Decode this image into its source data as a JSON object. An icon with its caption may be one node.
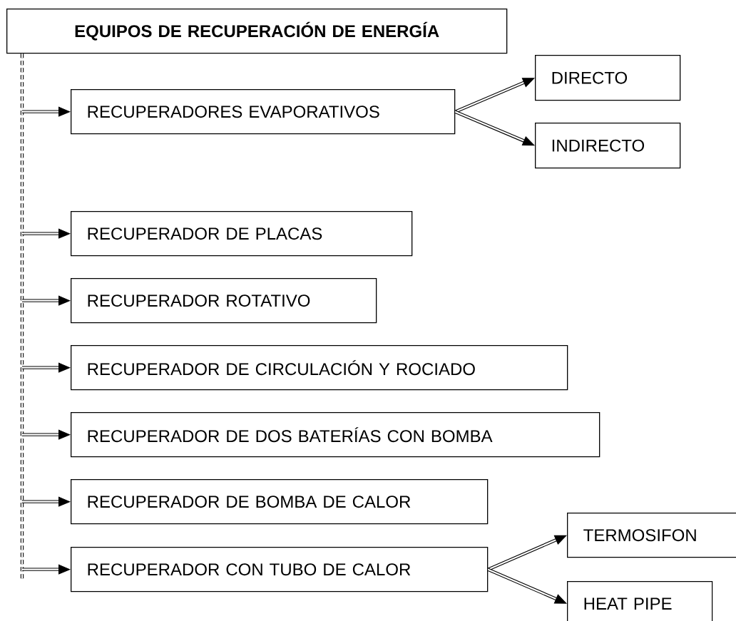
{
  "diagram": {
    "nodes": [
      {
        "text": [
          "EQUIPOS DE RECUPERACIÓN DE ENERGÍA"
        ]
      },
      {
        "text": [
          "RECUPERADORES EVAPORATIVOS"
        ]
      },
      {
        "text": [
          "DIRECTO"
        ]
      },
      {
        "text": [
          "INDIRECTO"
        ]
      },
      {
        "text": [
          "RECUPERADOR DE PLACAS"
        ]
      },
      {
        "text": [
          "RECUPERADOR ROTATIVO"
        ]
      },
      {
        "text": [
          "RECUPERADOR DE CIRCULACIÓN Y ROCIADO"
        ]
      },
      {
        "text": [
          "RECUPERADOR DE DOS BATERÍAS CON BOMBA"
        ]
      },
      {
        "text": [
          "RECUPERADOR DE BOMBA DE CALOR"
        ]
      },
      {
        "text": [
          "RECUPERADOR CON TUBO DE CALOR"
        ]
      },
      {
        "text": [
          "TERMOSIFON"
        ]
      },
      {
        "text": [
          "HEAT PIPE"
        ]
      }
    ],
    "edges": [
      {
        "from": 0,
        "to": 1,
        "arrow": "to",
        "style": "dashed"
      },
      {
        "from": 0,
        "to": 4,
        "arrow": "to",
        "style": "dashed"
      },
      {
        "from": 0,
        "to": 5,
        "arrow": "to",
        "style": "dashed"
      },
      {
        "from": 0,
        "to": 6,
        "arrow": "to",
        "style": "dashed"
      },
      {
        "from": 0,
        "to": 7,
        "arrow": "to",
        "style": "dashed"
      },
      {
        "from": 0,
        "to": 8,
        "arrow": "to",
        "style": "dashed"
      },
      {
        "from": 0,
        "to": 9,
        "arrow": "to",
        "style": "dashed"
      },
      {
        "from": 1,
        "to": 2,
        "arrow": "to"
      },
      {
        "from": 1,
        "to": 3,
        "arrow": "to"
      },
      {
        "from": 9,
        "to": 10,
        "arrow": "to"
      },
      {
        "from": 9,
        "to": 11,
        "arrow": "to"
      }
    ]
  }
}
